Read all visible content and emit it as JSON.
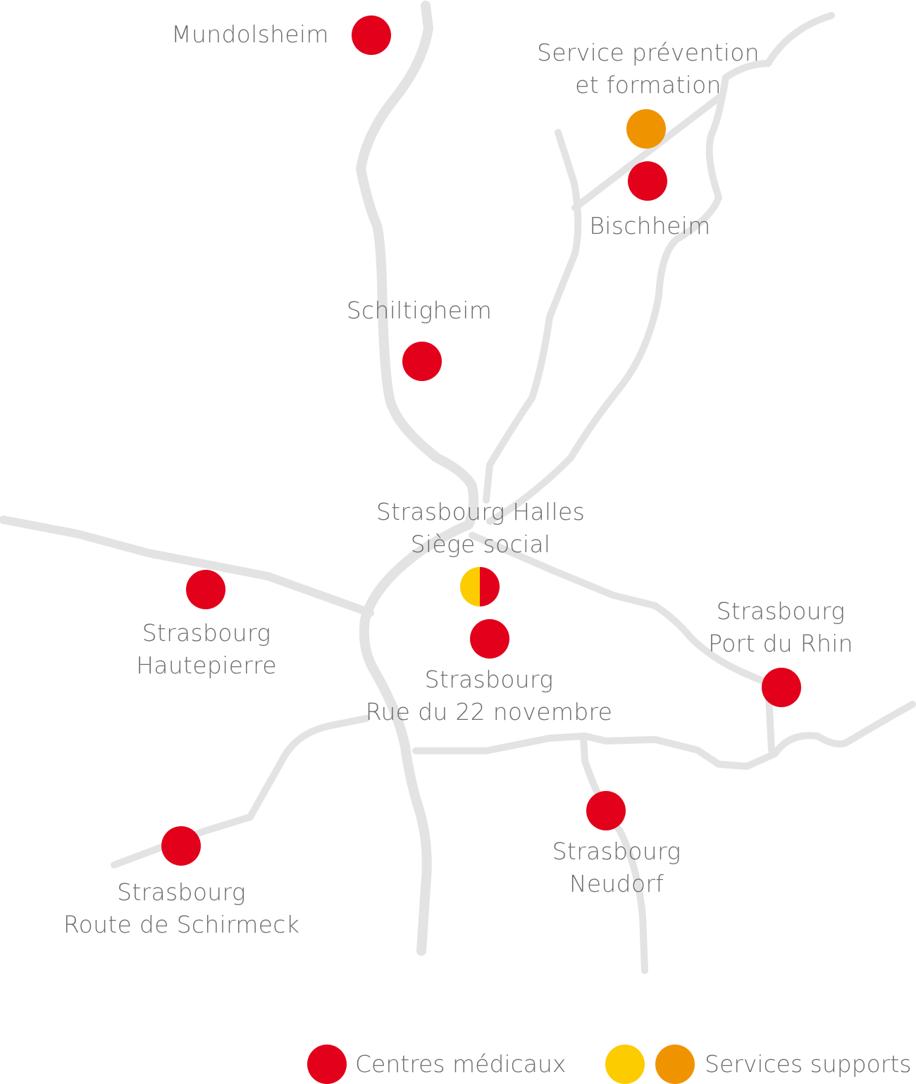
{
  "colors": {
    "medical": "#e2001a",
    "support_yellow": "#fccc00",
    "support_orange": "#ef9400",
    "road": "#e3e3e3",
    "text": "#6d6d6d"
  },
  "locations": {
    "mundolsheim": {
      "name": "Mundolsheim",
      "type": "medical"
    },
    "service_prevention": {
      "line1": "Service prévention",
      "line2": "et formation",
      "type": "support"
    },
    "bischheim": {
      "name": "Bischheim",
      "type": "medical"
    },
    "schiltigheim": {
      "name": "Schiltigheim",
      "type": "medical"
    },
    "halles": {
      "line1": "Strasbourg Halles",
      "line2": "Siège social",
      "type": "medical+support"
    },
    "hautepierre": {
      "line1": "Strasbourg",
      "line2": "Hautepierre",
      "type": "medical"
    },
    "rue22": {
      "line1": "Strasbourg",
      "line2": "Rue du 22 novembre",
      "type": "medical"
    },
    "port_du_rhin": {
      "line1": "Strasbourg",
      "line2": "Port du Rhin",
      "type": "medical"
    },
    "neudorf": {
      "line1": "Strasbourg",
      "line2": "Neudorf",
      "type": "medical"
    },
    "schirmeck": {
      "line1": "Strasbourg",
      "line2": "Route de Schirmeck",
      "type": "medical"
    }
  },
  "legend": {
    "medical_label": "Centres médicaux",
    "support_label": "Services supports"
  }
}
